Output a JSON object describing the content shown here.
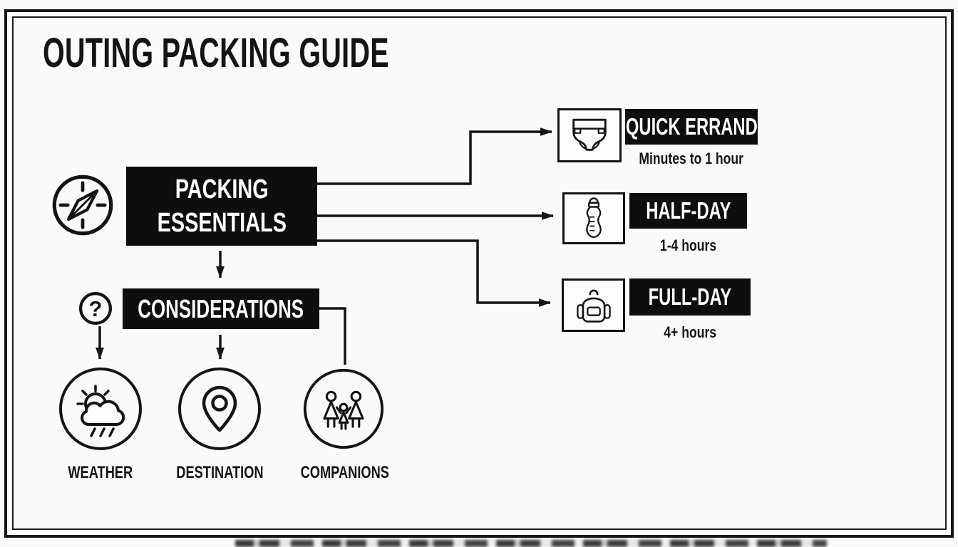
{
  "title": "OUTING PACKING GUIDE",
  "essentials": {
    "label_line1": "PACKING",
    "label_line2": "ESSENTIALS",
    "icon": "compass-icon"
  },
  "durations": [
    {
      "label": "QUICK ERRAND",
      "duration": "Minutes to 1 hour",
      "icon": "diaper-icon"
    },
    {
      "label": "HALF-DAY",
      "duration": "1-4 hours",
      "icon": "baby-bottle-icon"
    },
    {
      "label": "FULL-DAY",
      "duration": "4+ hours",
      "icon": "backpack-icon"
    }
  ],
  "considerations": {
    "label": "CONSIDERATIONS",
    "icon": "question-mark-icon",
    "factors": [
      {
        "label": "WEATHER",
        "icon": "weather-icon"
      },
      {
        "label": "DESTINATION",
        "icon": "map-pin-icon"
      },
      {
        "label": "COMPANIONS",
        "icon": "family-icon"
      }
    ]
  },
  "colors": {
    "ink": "#141414",
    "paper": "#fafaf8",
    "box": "#0e0e0e",
    "boxtext": "#ffffff"
  }
}
